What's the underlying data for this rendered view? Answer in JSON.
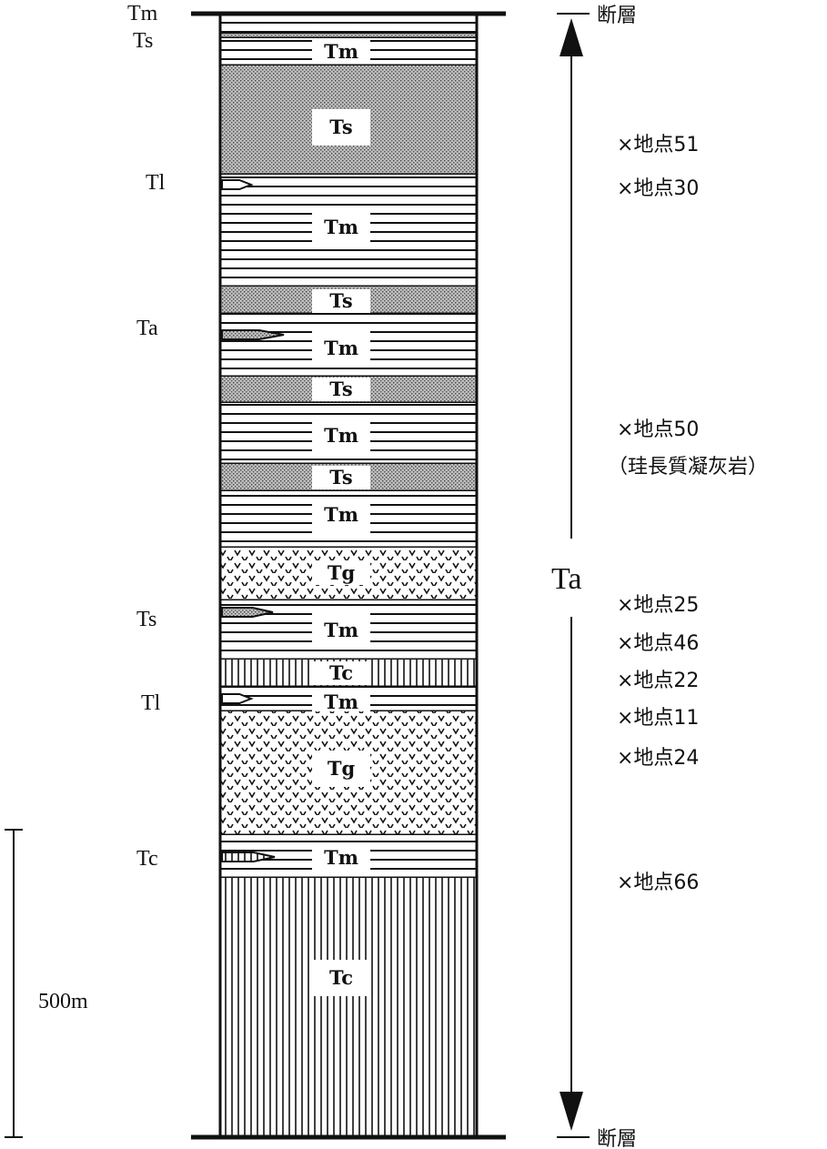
{
  "column": {
    "layers": [
      {
        "unit": "Tm",
        "pattern": "mudstone",
        "label": ""
      },
      {
        "unit": "Ts",
        "pattern": "sandstone",
        "label": ""
      },
      {
        "unit": "Tm",
        "pattern": "mudstone",
        "label": "Tm"
      },
      {
        "unit": "Ts",
        "pattern": "sandstone",
        "label": "Ts"
      },
      {
        "unit": "Tm",
        "pattern": "mudstone",
        "label": "Tm"
      },
      {
        "unit": "Ts",
        "pattern": "sandstone",
        "label": "Ts"
      },
      {
        "unit": "Tm",
        "pattern": "mudstone",
        "label": "Tm"
      },
      {
        "unit": "Ts",
        "pattern": "sandstone",
        "label": "Ts"
      },
      {
        "unit": "Tm",
        "pattern": "mudstone",
        "label": "Tm"
      },
      {
        "unit": "Ts",
        "pattern": "sandstone",
        "label": "Ts"
      },
      {
        "unit": "Tm",
        "pattern": "mudstone",
        "label": "Tm"
      },
      {
        "unit": "Tg",
        "pattern": "tuff",
        "label": "Tg"
      },
      {
        "unit": "Tm",
        "pattern": "mudstone",
        "label": "Tm"
      },
      {
        "unit": "Tc",
        "pattern": "conglomerate",
        "label": "Tc"
      },
      {
        "unit": "Tm",
        "pattern": "mudstone",
        "label": "Tm"
      },
      {
        "unit": "Tg",
        "pattern": "tuff",
        "label": "Tg"
      },
      {
        "unit": "Tm",
        "pattern": "mudstone",
        "label": "Tm"
      },
      {
        "unit": "Tc",
        "pattern": "conglomerate",
        "label": "Tc"
      }
    ]
  },
  "left_labels": [
    "Tm",
    "Ts",
    "Tl",
    "Ta",
    "Ts",
    "Tl",
    "Tc"
  ],
  "formation": {
    "name": "Ta",
    "top_boundary": "断層",
    "bottom_boundary": "断層"
  },
  "localities": [
    "×地点51",
    "×地点30",
    "×地点50",
    "（珪長質凝灰岩）",
    "×地点25",
    "×地点46",
    "×地点22",
    "×地点11",
    "×地点24",
    "×地点66"
  ],
  "scale_bar": {
    "label": "500m",
    "value_m": 500
  }
}
